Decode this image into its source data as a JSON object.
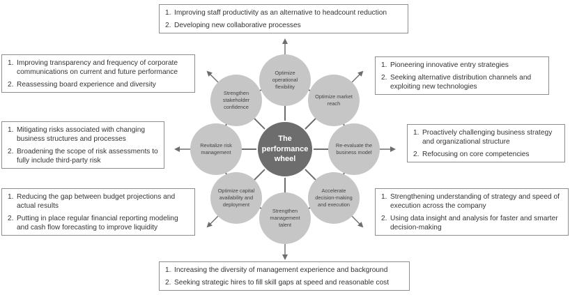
{
  "colors": {
    "node_fill": "#c6c6c6",
    "center_fill": "#6d6d6d",
    "spoke": "#6d6d6d",
    "box_border": "#8c8c8c",
    "text": "#333333"
  },
  "center": {
    "label": "The performance wheel"
  },
  "nodes": [
    {
      "label": "Optimize operational flexibility"
    },
    {
      "label": "Optimize market reach"
    },
    {
      "label": "Re-evaluate the business model"
    },
    {
      "label": "Accelerate decision-making and execution"
    },
    {
      "label": "Strengthen management talent"
    },
    {
      "label": "Optimize capital availability and deployment"
    },
    {
      "label": "Revitalize risk management"
    },
    {
      "label": "Strengthen stakeholder confidence"
    }
  ],
  "boxes": {
    "top": [
      {
        "num": "1.",
        "text": "Improving staff productivity as an alternative to headcount reduction"
      },
      {
        "num": "2.",
        "text": "Developing new collaborative processes"
      }
    ],
    "top_right": [
      {
        "num": "1.",
        "text": "Pioneering innovative entry strategies"
      },
      {
        "num": "2.",
        "text": "Seeking alternative distribution channels and exploiting new technologies"
      }
    ],
    "right": [
      {
        "num": "1.",
        "text": "Proactively challenging business strategy and organizational structure"
      },
      {
        "num": "2.",
        "text": "Refocusing on core competencies"
      }
    ],
    "bottom_right": [
      {
        "num": "1.",
        "text": "Strengthening understanding of strategy and speed of execution across the company"
      },
      {
        "num": "2.",
        "text": "Using data insight and analysis for faster and smarter decision-making"
      }
    ],
    "bottom": [
      {
        "num": "1.",
        "text": "Increasing the diversity of management experience and background"
      },
      {
        "num": "2.",
        "text": "Seeking strategic hires to fill skill gaps at speed and reasonable cost"
      }
    ],
    "bottom_left": [
      {
        "num": "1.",
        "text": "Reducing the gap between budget projections and actual results"
      },
      {
        "num": "2.",
        "text": "Putting in place regular financial reporting modeling and cash flow forecasting to improve liquidity"
      }
    ],
    "left": [
      {
        "num": "1.",
        "text": "Mitigating risks associated with changing business structures and processes"
      },
      {
        "num": "2.",
        "text": "Broadening the scope of risk assessments to fully include third-party risk"
      }
    ],
    "top_left": [
      {
        "num": "1.",
        "text": "Improving transparency and frequency of corporate communications on current and future performance"
      },
      {
        "num": "2.",
        "text": "Reassessing board experience and diversity"
      }
    ]
  }
}
